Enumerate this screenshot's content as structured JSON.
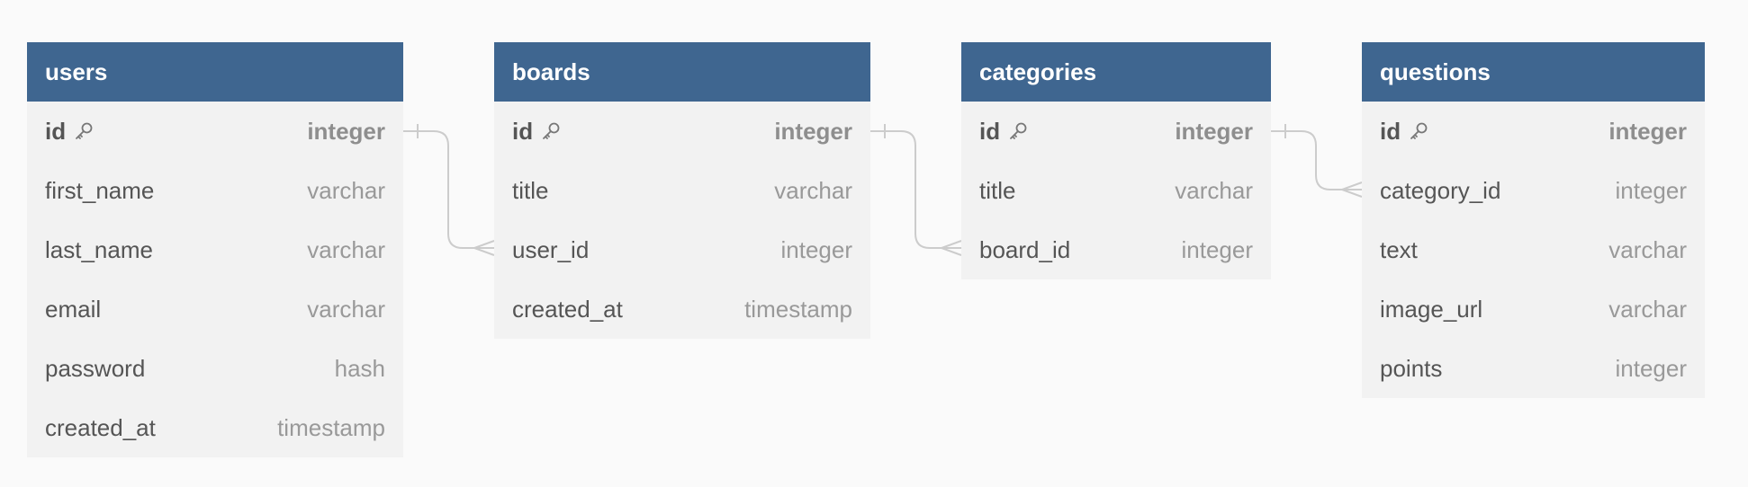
{
  "tables": [
    {
      "name": "users",
      "columns": [
        {
          "name": "id",
          "type": "integer",
          "pk": true
        },
        {
          "name": "first_name",
          "type": "varchar"
        },
        {
          "name": "last_name",
          "type": "varchar"
        },
        {
          "name": "email",
          "type": "varchar"
        },
        {
          "name": "password",
          "type": "hash"
        },
        {
          "name": "created_at",
          "type": "timestamp"
        }
      ]
    },
    {
      "name": "boards",
      "columns": [
        {
          "name": "id",
          "type": "integer",
          "pk": true
        },
        {
          "name": "title",
          "type": "varchar"
        },
        {
          "name": "user_id",
          "type": "integer"
        },
        {
          "name": "created_at",
          "type": "timestamp"
        }
      ]
    },
    {
      "name": "categories",
      "columns": [
        {
          "name": "id",
          "type": "integer",
          "pk": true
        },
        {
          "name": "title",
          "type": "varchar"
        },
        {
          "name": "board_id",
          "type": "integer"
        }
      ]
    },
    {
      "name": "questions",
      "columns": [
        {
          "name": "id",
          "type": "integer",
          "pk": true
        },
        {
          "name": "category_id",
          "type": "integer"
        },
        {
          "name": "text",
          "type": "varchar"
        },
        {
          "name": "image_url",
          "type": "varchar"
        },
        {
          "name": "points",
          "type": "integer"
        }
      ]
    }
  ],
  "relationships": [
    {
      "from": "users.id",
      "to": "boards.user_id",
      "cardinality": "one-to-many"
    },
    {
      "from": "boards.id",
      "to": "categories.board_id",
      "cardinality": "one-to-many"
    },
    {
      "from": "categories.id",
      "to": "questions.category_id",
      "cardinality": "one-to-many"
    }
  ],
  "colors": {
    "header": "#3f6690",
    "body": "#f2f2f2",
    "background": "#fafafa",
    "connector": "#cccccc"
  },
  "icons": {
    "primary_key": "key-icon"
  }
}
